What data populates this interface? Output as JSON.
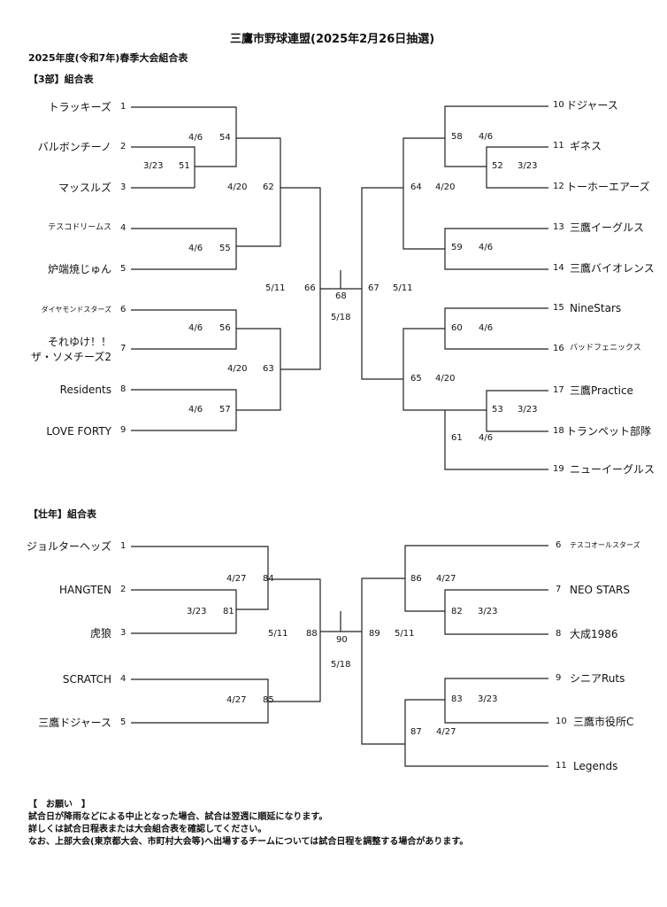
{
  "header": {
    "title": "三鷹市野球連盟(2025年2月26日抽選)",
    "subtitle": "2025年度(令和7年)春季大会組合表"
  },
  "div3": {
    "label": "【3部】組合表",
    "left_teams": [
      {
        "seed": "1",
        "name": "トラッキーズ"
      },
      {
        "seed": "2",
        "name": "バルボンチーノ"
      },
      {
        "seed": "3",
        "name": "マッスルズ"
      },
      {
        "seed": "4",
        "name": "テスコドリームス"
      },
      {
        "seed": "5",
        "name": "炉端焼じゅん"
      },
      {
        "seed": "6",
        "name": "ダイヤモンドスターズ"
      },
      {
        "seed": "7",
        "name1": "それゆけ！！",
        "name2": "ザ・ソメチーズ2"
      },
      {
        "seed": "8",
        "name": "Residents"
      },
      {
        "seed": "9",
        "name": "LOVE FORTY"
      }
    ],
    "right_teams": [
      {
        "seed": "10",
        "name": "ドジャース"
      },
      {
        "seed": "11",
        "name": "ギネス"
      },
      {
        "seed": "12",
        "name": "トーホーエアーズ"
      },
      {
        "seed": "13",
        "name": "三鷹イーグルス"
      },
      {
        "seed": "14",
        "name": "三鷹バイオレンス"
      },
      {
        "seed": "15",
        "name": "NineStars"
      },
      {
        "seed": "16",
        "name": "バッドフェニックス"
      },
      {
        "seed": "17",
        "name": "三鷹Practice"
      },
      {
        "seed": "18",
        "name": "トランペット部隊"
      },
      {
        "seed": "19",
        "name": "ニューイーグルス"
      }
    ],
    "games": {
      "g51": {
        "no": "51",
        "date": "3/23"
      },
      "g54": {
        "no": "54",
        "date": "4/6"
      },
      "g55": {
        "no": "55",
        "date": "4/6"
      },
      "g56": {
        "no": "56",
        "date": "4/6"
      },
      "g57": {
        "no": "57",
        "date": "4/6"
      },
      "g62": {
        "no": "62",
        "date": "4/20"
      },
      "g63": {
        "no": "63",
        "date": "4/20"
      },
      "g66": {
        "no": "66",
        "date": "5/11"
      },
      "g52": {
        "no": "52",
        "date": "3/23"
      },
      "g53": {
        "no": "53",
        "date": "3/23"
      },
      "g58": {
        "no": "58",
        "date": "4/6"
      },
      "g59": {
        "no": "59",
        "date": "4/6"
      },
      "g60": {
        "no": "60",
        "date": "4/6"
      },
      "g61": {
        "no": "61",
        "date": "4/6"
      },
      "g64": {
        "no": "64",
        "date": "4/20"
      },
      "g65": {
        "no": "65",
        "date": "4/20"
      },
      "g67": {
        "no": "67",
        "date": "5/11"
      },
      "g68": {
        "no": "68",
        "date": "5/18"
      }
    }
  },
  "senior": {
    "label": "【壮年】組合表",
    "left_teams": [
      {
        "seed": "1",
        "name": "ジョルターヘッズ"
      },
      {
        "seed": "2",
        "name": "HANGTEN"
      },
      {
        "seed": "3",
        "name": "虎狼"
      },
      {
        "seed": "4",
        "name": "SCRATCH"
      },
      {
        "seed": "5",
        "name": "三鷹ドジャース"
      }
    ],
    "right_teams": [
      {
        "seed": "6",
        "name": "テスコオールスターズ"
      },
      {
        "seed": "7",
        "name": "NEO STARS"
      },
      {
        "seed": "8",
        "name": "大成1986"
      },
      {
        "seed": "9",
        "name": "シニアRuts"
      },
      {
        "seed": "10",
        "name": "三鷹市役所C"
      },
      {
        "seed": "11",
        "name": "Legends"
      }
    ],
    "games": {
      "g81": {
        "no": "81",
        "date": "3/23"
      },
      "g84": {
        "no": "84",
        "date": "4/27"
      },
      "g85": {
        "no": "85",
        "date": "4/27"
      },
      "g88": {
        "no": "88",
        "date": "5/11"
      },
      "g82": {
        "no": "82",
        "date": "3/23"
      },
      "g83": {
        "no": "83",
        "date": "3/23"
      },
      "g86": {
        "no": "86",
        "date": "4/27"
      },
      "g87": {
        "no": "87",
        "date": "4/27"
      },
      "g89": {
        "no": "89",
        "date": "5/11"
      },
      "g90": {
        "no": "90",
        "date": "5/18"
      }
    }
  },
  "notice": {
    "heading": "【　お願い　】",
    "lines": [
      "試合日が降雨などによる中止となった場合、試合は翌週に順延になります。",
      "詳しくは試合日程表または大会組合表を確認してください。",
      "なお、上部大会(東京都大会、市町村大会等)へ出場するチームについては試合日程を調整する場合があります。"
    ]
  }
}
